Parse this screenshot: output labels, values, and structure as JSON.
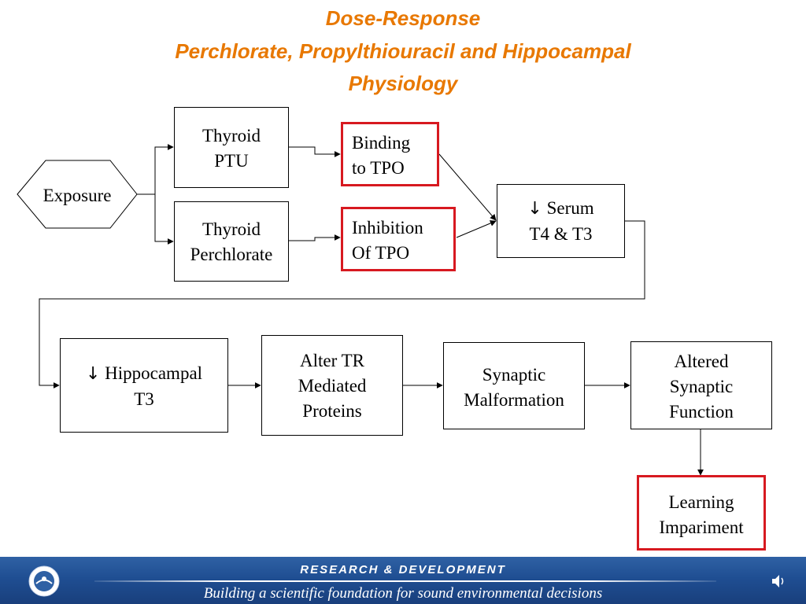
{
  "title": {
    "line1": "Dose-Response",
    "line2": "Perchlorate, Propylthiouracil and  Hippocampal",
    "line3": "Physiology"
  },
  "nodes": {
    "exposure": "Exposure",
    "thyroid_ptu": "Thyroid\nPTU",
    "thyroid_perchlorate": "Thyroid\nPerchlorate",
    "binding_tpo": "Binding\nto TPO",
    "inhibition_tpo": "Inhibition\nOf TPO",
    "serum": {
      "symbol": "↓",
      "label": " Serum\nT4 & T3"
    },
    "hippocampal": {
      "symbol": "↓",
      "label": " Hippocampal\nT3"
    },
    "alter_tr": "Alter TR\nMediated\nProteins",
    "synaptic_malformation": "Synaptic\nMalformation",
    "altered_function": "Altered\nSynaptic\nFunction",
    "learning": "Learning\nImpariment"
  },
  "footer": {
    "heading": "RESEARCH &  DEVELOPMENT",
    "tagline": "Building a scientific foundation for sound environmental decisions"
  },
  "colors": {
    "title": "#e87800",
    "highlight_border": "#d71920",
    "footer_bg": "#1f4e92"
  },
  "icons": [
    "epa-seal-icon",
    "speaker-icon"
  ]
}
